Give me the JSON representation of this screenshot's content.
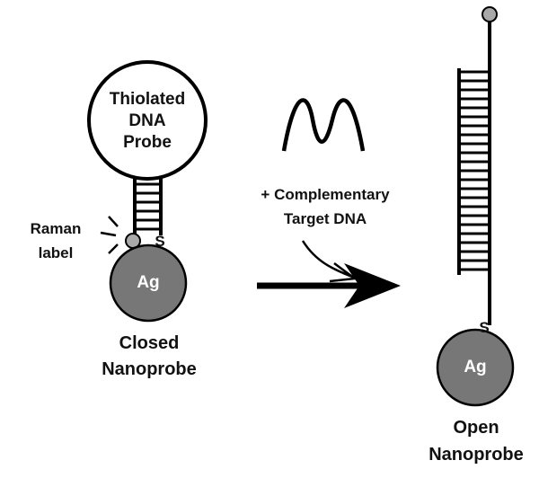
{
  "closed": {
    "loop_line1": "Thiolated",
    "loop_line2": "DNA",
    "loop_line3": "Probe",
    "raman_line1": "Raman",
    "raman_line2": "label",
    "sulfur": "S",
    "particle": "Ag",
    "caption_line1": "Closed",
    "caption_line2": "Nanoprobe"
  },
  "reaction": {
    "line1": "+ Complementary",
    "line2": "Target DNA"
  },
  "open": {
    "sulfur": "S",
    "particle": "Ag",
    "caption_line1": "Open",
    "caption_line2": "Nanoprobe"
  },
  "colors": {
    "particle": "#777777",
    "label_dot": "#a9a9a9",
    "stroke": "#000000"
  }
}
